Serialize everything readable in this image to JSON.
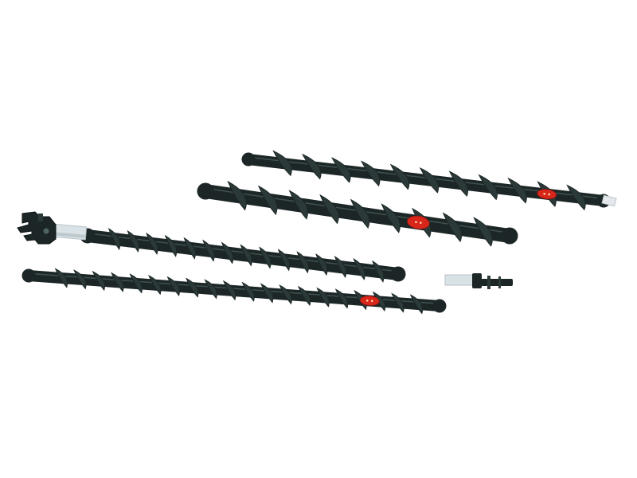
{
  "scene": {
    "subject": "auger-drill-rods",
    "colors": {
      "background": "#ffffff",
      "steel_dark": "#1c2626",
      "steel_mid": "#2b3a39",
      "steel_highlight": "#4f6462",
      "badge_red": "#d8261a",
      "badge_dot": "#ffd9a0",
      "coupling_sleeve": "#d9e2e6"
    },
    "items": [
      {
        "name": "auger-rod-top"
      },
      {
        "name": "auger-rod-upper-middle"
      },
      {
        "name": "auger-rod-lower-middle"
      },
      {
        "name": "auger-rod-bottom"
      },
      {
        "name": "drive-adapter-fork"
      },
      {
        "name": "connector-pin"
      }
    ]
  }
}
